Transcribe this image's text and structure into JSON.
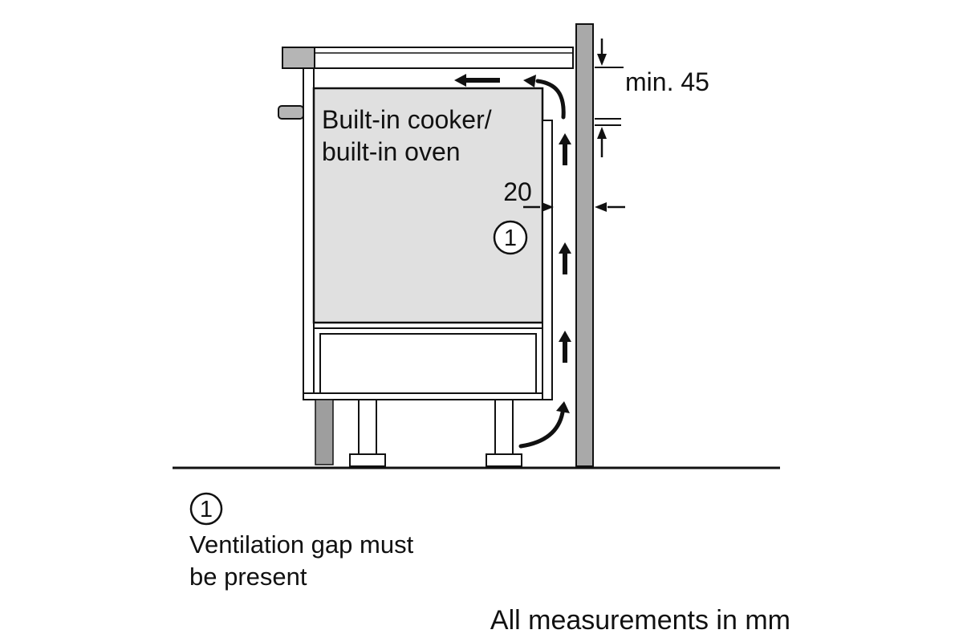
{
  "labels": {
    "appliance_line1": "Built-in cooker/",
    "appliance_line2": "built-in oven",
    "min_gap_top": "min. 45",
    "side_gap": "20",
    "callout_number": "1",
    "legend_number": "1",
    "legend_line1": "Ventilation gap must",
    "legend_line2": "be present",
    "footnote": "All measurements in mm"
  },
  "colors": {
    "background": "#ffffff",
    "line": "#111111",
    "wall_fill": "#a9a9a9",
    "oven_fill": "#e0e0e0",
    "plinth_fill": "#9e9e9e",
    "fitting_fill": "#b5b5b5"
  }
}
